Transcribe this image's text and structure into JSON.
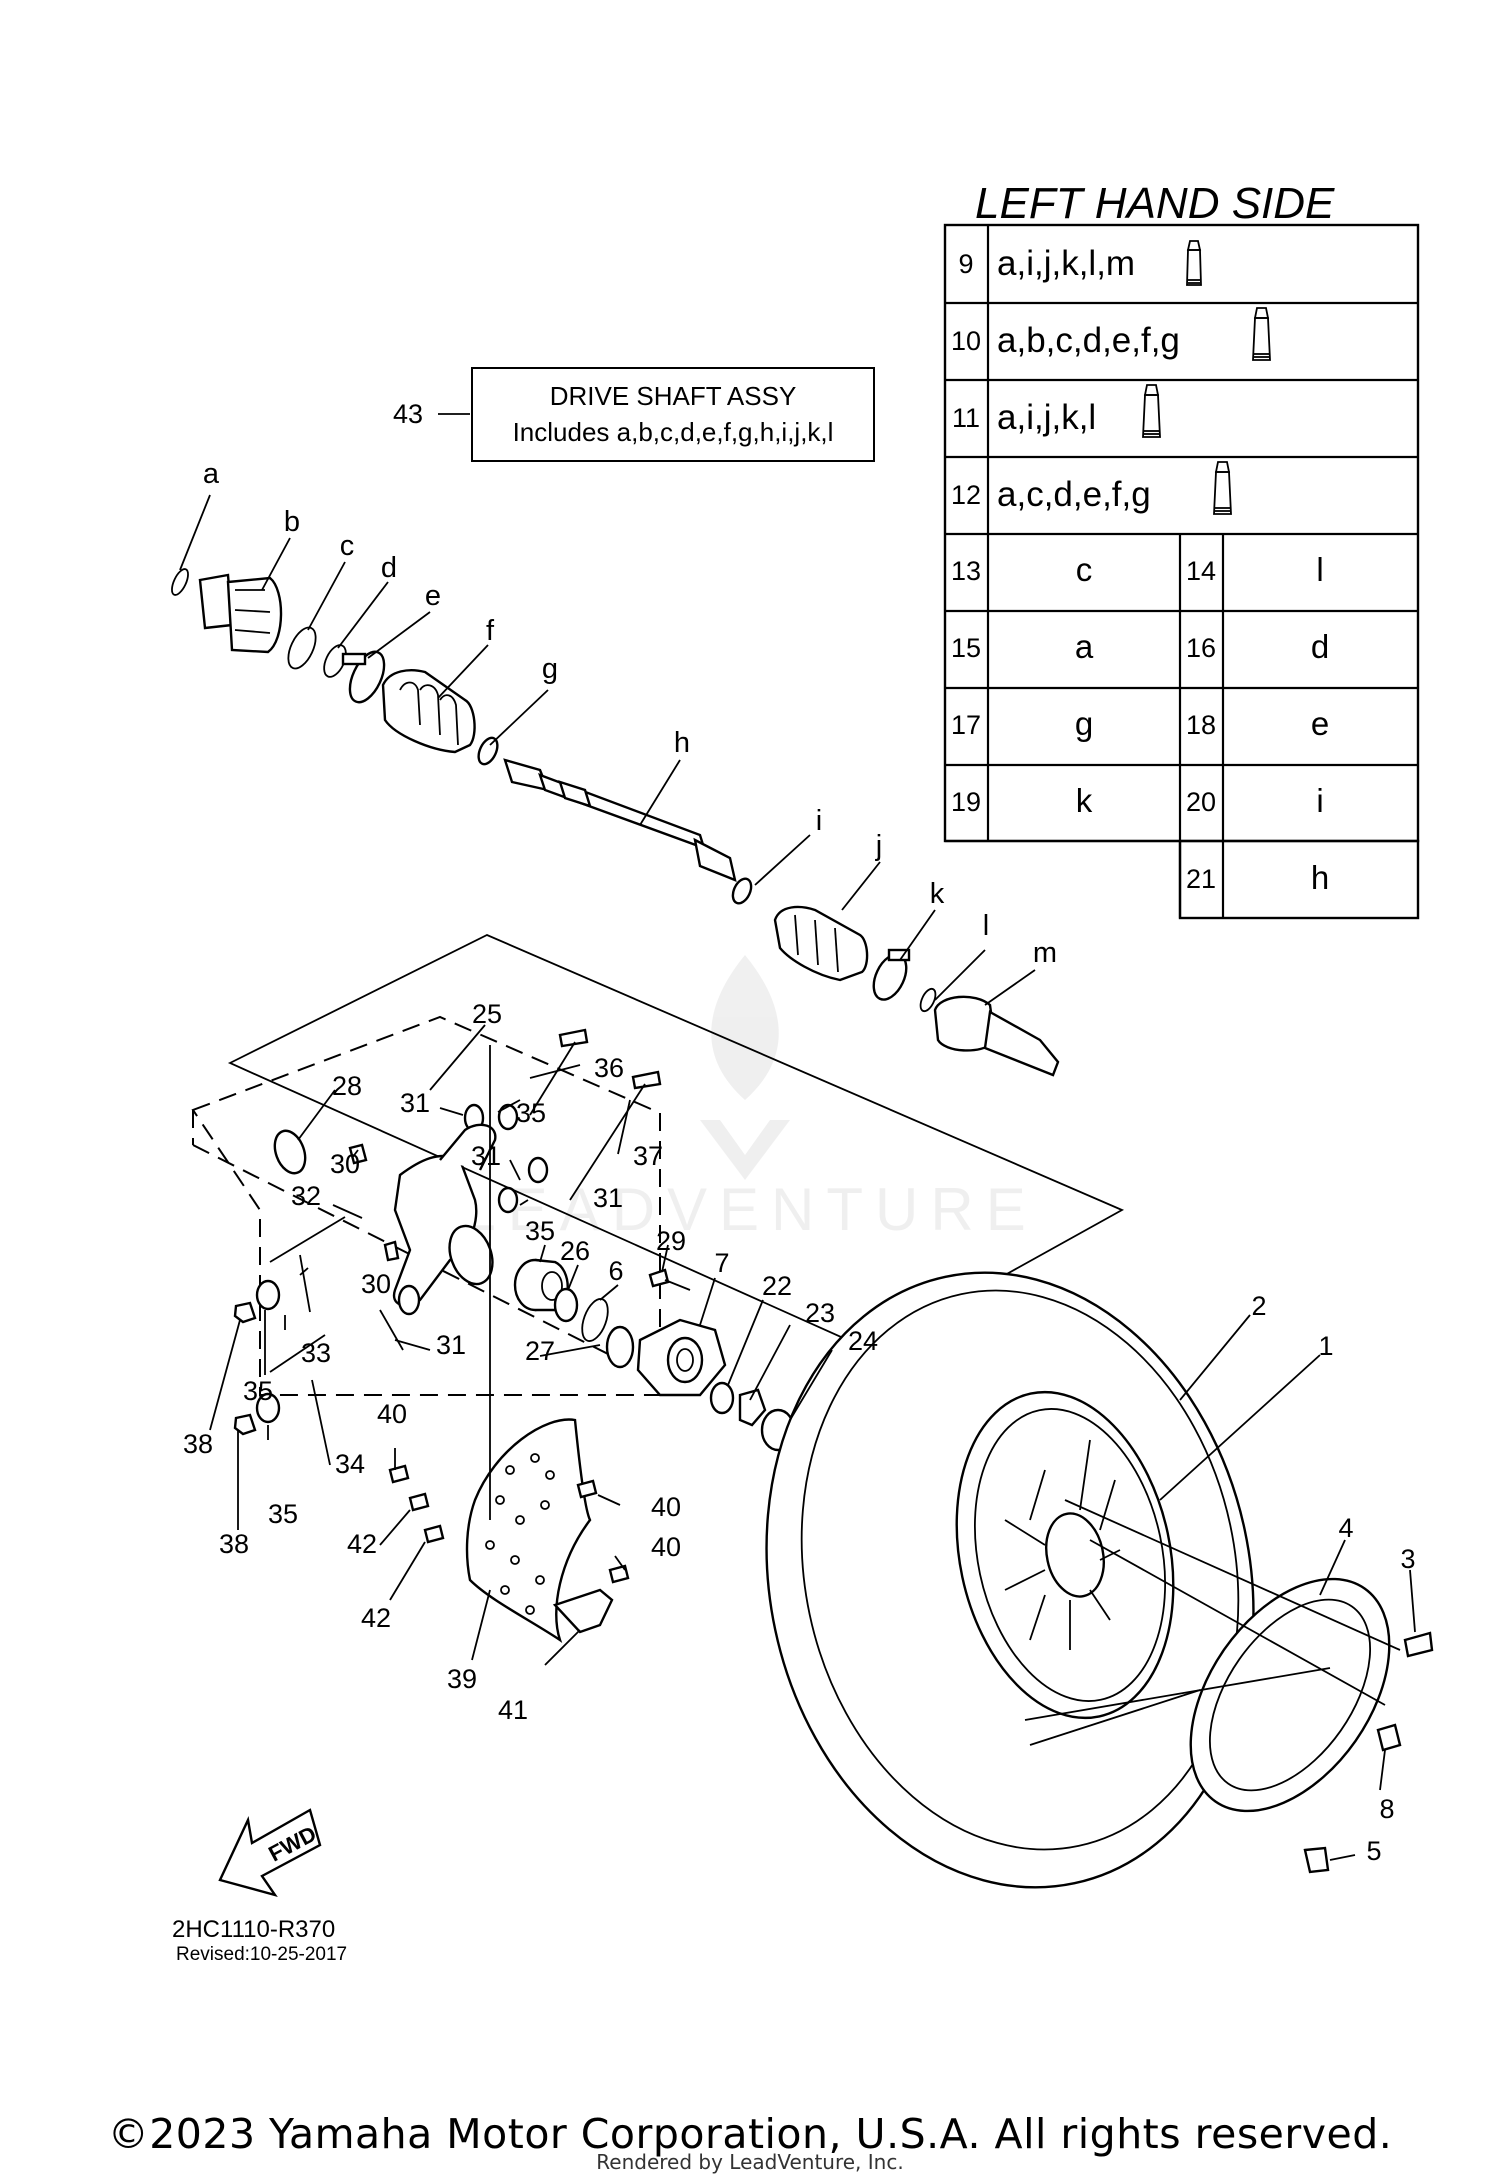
{
  "table": {
    "title": "LEFT HAND SIDE",
    "kit_rows": [
      {
        "num": "9",
        "parts": "a,i,j,k,l,m"
      },
      {
        "num": "10",
        "parts": "a,b,c,d,e,f,g"
      },
      {
        "num": "11",
        "parts": "a,i,j,k,l"
      },
      {
        "num": "12",
        "parts": "a,c,d,e,f,g"
      }
    ],
    "pair_rows": [
      {
        "num1": "13",
        "part1": "c",
        "num2": "14",
        "part2": "l"
      },
      {
        "num1": "15",
        "part1": "a",
        "num2": "16",
        "part2": "d"
      },
      {
        "num1": "17",
        "part1": "g",
        "num2": "18",
        "part2": "e"
      },
      {
        "num1": "19",
        "part1": "k",
        "num2": "20",
        "part2": "i"
      }
    ],
    "last_row": {
      "num": "21",
      "part": "h"
    }
  },
  "assy_box": {
    "ref": "43",
    "line1": "DRIVE SHAFT ASSY",
    "line2": "Includes a,b,c,d,e,f,g,h,i,j,k,l"
  },
  "callouts": [
    "a",
    "b",
    "c",
    "d",
    "e",
    "f",
    "g",
    "h",
    "i",
    "j",
    "k",
    "l",
    "m",
    "25",
    "36",
    "28",
    "31",
    "35",
    "30",
    "31",
    "37",
    "31",
    "35",
    "26",
    "29",
    "7",
    "6",
    "32",
    "30",
    "31",
    "22",
    "23",
    "24",
    "27",
    "33",
    "35",
    "38",
    "40",
    "34",
    "35",
    "38",
    "40",
    "42",
    "40",
    "42",
    "39",
    "41",
    "2",
    "1",
    "4",
    "3",
    "8",
    "5"
  ],
  "fwd_label": "FWD",
  "diagram_code": "2HC1110-R370",
  "revised": "Revised:10-25-2017",
  "watermark": "LEADVENTURE",
  "copyright": "©2023 Yamaha Motor Corporation, U.S.A. All rights reserved.",
  "rendered_by": "Rendered by LeadVenture, Inc."
}
